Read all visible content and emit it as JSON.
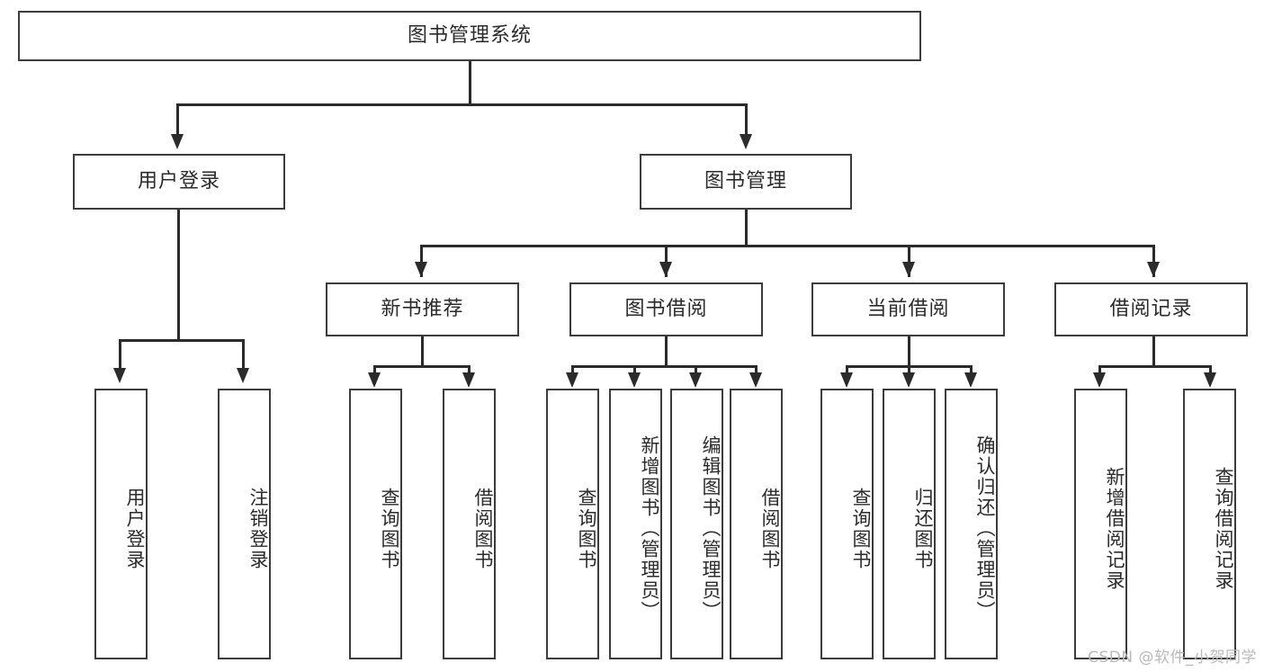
{
  "diagram": {
    "type": "tree-hierarchy-chart",
    "title": "图书管理系统",
    "orientation": "top-down",
    "colors": {
      "box_border": "#3c3c3c",
      "connector": "#2b2b2b",
      "text": "#2b2b2b",
      "background": "#ffffff",
      "watermark": "#b9b9b9"
    },
    "levels": [
      {
        "level": 0,
        "nodes": [
          {
            "id": "root",
            "label": "图书管理系统",
            "orientation": "horizontal"
          }
        ]
      },
      {
        "level": 1,
        "nodes": [
          {
            "id": "user-login",
            "label": "用户登录",
            "orientation": "horizontal",
            "parent": "root"
          },
          {
            "id": "book-manage",
            "label": "图书管理",
            "orientation": "horizontal",
            "parent": "root"
          }
        ]
      },
      {
        "level": 2,
        "nodes": [
          {
            "id": "new-book-rec",
            "label": "新书推荐",
            "orientation": "horizontal",
            "parent": "book-manage"
          },
          {
            "id": "book-borrow",
            "label": "图书借阅",
            "orientation": "horizontal",
            "parent": "book-manage"
          },
          {
            "id": "current-borrow",
            "label": "当前借阅",
            "orientation": "horizontal",
            "parent": "book-manage"
          },
          {
            "id": "borrow-record",
            "label": "借阅记录",
            "orientation": "horizontal",
            "parent": "book-manage"
          }
        ]
      },
      {
        "level": 3,
        "nodes": [
          {
            "id": "leaf-user-login",
            "label": "用户登录",
            "orientation": "vertical",
            "parent": "user-login"
          },
          {
            "id": "leaf-logout",
            "label": "注销登录",
            "orientation": "vertical",
            "parent": "user-login"
          },
          {
            "id": "leaf-query-book-1",
            "label": "查询图书",
            "orientation": "vertical",
            "parent": "new-book-rec"
          },
          {
            "id": "leaf-borrow-book-1",
            "label": "借阅图书",
            "orientation": "vertical",
            "parent": "new-book-rec"
          },
          {
            "id": "leaf-query-book-2",
            "label": "查询图书",
            "orientation": "vertical",
            "parent": "book-borrow"
          },
          {
            "id": "leaf-add-book",
            "label": "新增图书（管理员）",
            "orientation": "vertical",
            "parent": "book-borrow"
          },
          {
            "id": "leaf-edit-book",
            "label": "编辑图书（管理员）",
            "orientation": "vertical",
            "parent": "book-borrow"
          },
          {
            "id": "leaf-borrow-book-2",
            "label": "借阅图书",
            "orientation": "vertical",
            "parent": "book-borrow"
          },
          {
            "id": "leaf-query-book-3",
            "label": "查询图书",
            "orientation": "vertical",
            "parent": "current-borrow"
          },
          {
            "id": "leaf-return-book",
            "label": "归还图书",
            "orientation": "vertical",
            "parent": "current-borrow"
          },
          {
            "id": "leaf-confirm-return",
            "label": "确认归还（管理员）",
            "orientation": "vertical",
            "parent": "current-borrow"
          },
          {
            "id": "leaf-add-record",
            "label": "新增借阅记录",
            "orientation": "vertical",
            "parent": "borrow-record"
          },
          {
            "id": "leaf-query-record",
            "label": "查询借阅记录",
            "orientation": "vertical",
            "parent": "borrow-record"
          }
        ]
      }
    ]
  },
  "watermark": {
    "text": "CSDN @软件_小贺同学"
  }
}
